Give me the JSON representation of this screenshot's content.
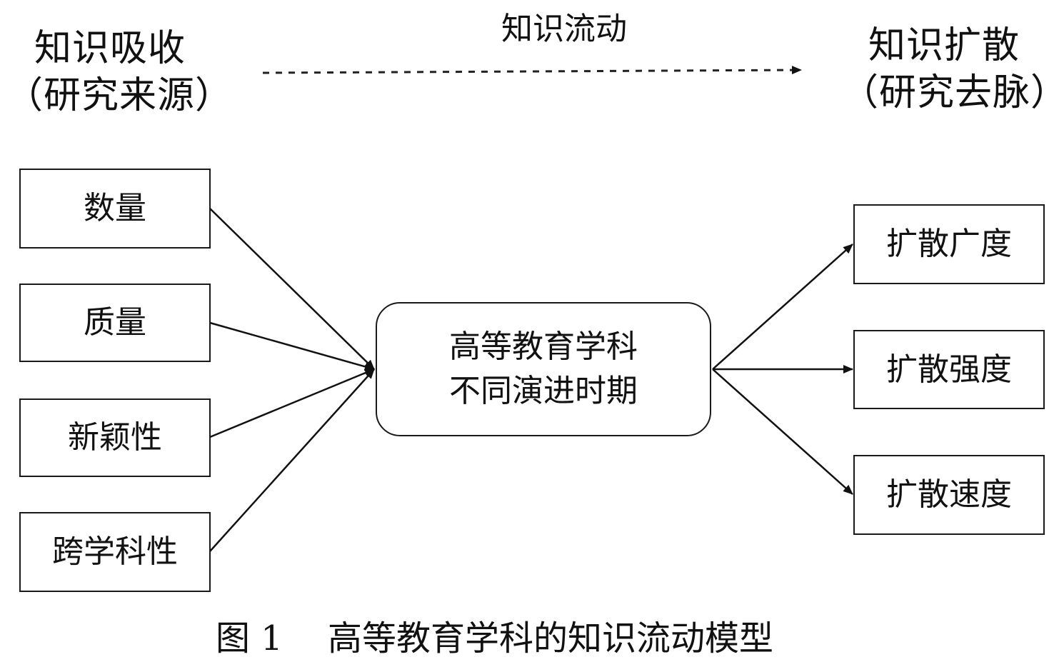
{
  "headers": {
    "left_line1": "知识吸收",
    "left_line2": "（研究来源）",
    "flow": "知识流动",
    "right_line1": "知识扩散",
    "right_line2": "（研究去脉）"
  },
  "left_boxes": [
    "数量",
    "质量",
    "新颖性",
    "跨学科性"
  ],
  "center": {
    "line1": "高等教育学科",
    "line2": "不同演进时期"
  },
  "right_boxes": [
    "扩散广度",
    "扩散强度",
    "扩散速度"
  ],
  "caption": "图 1　 高等教育学科的知识流动模型"
}
